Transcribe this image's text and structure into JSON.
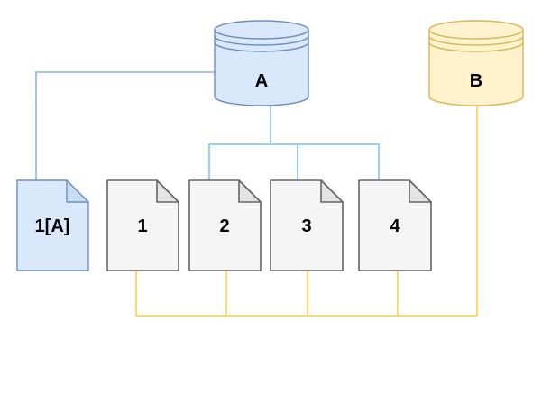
{
  "diagram": {
    "description": "Replication diagram: database A writes to documents, documents replicate to database B",
    "nodes": {
      "cylinder_a": {
        "label": "A",
        "type": "database"
      },
      "cylinder_b": {
        "label": "B",
        "type": "database"
      },
      "doc_1a": {
        "label": "1[A]",
        "type": "document"
      },
      "doc_1": {
        "label": "1",
        "type": "document"
      },
      "doc_2": {
        "label": "2",
        "type": "document"
      },
      "doc_3": {
        "label": "3",
        "type": "document"
      },
      "doc_4": {
        "label": "4",
        "type": "document"
      }
    },
    "edges": [
      {
        "from": "A",
        "to": "1[A]",
        "color": "blue"
      },
      {
        "from": "A",
        "to": "2",
        "color": "blue"
      },
      {
        "from": "A",
        "to": "3",
        "color": "blue"
      },
      {
        "from": "A",
        "to": "4",
        "color": "blue"
      },
      {
        "from": "1",
        "to": "B",
        "color": "yellow"
      },
      {
        "from": "2",
        "to": "B",
        "color": "yellow"
      },
      {
        "from": "3",
        "to": "B",
        "color": "yellow"
      },
      {
        "from": "4",
        "to": "B",
        "color": "yellow"
      }
    ]
  },
  "colors": {
    "background": "#ffffff",
    "blue-fill": "#dae8fc",
    "blue-stroke": "#6c8ebf",
    "blue-doc-fold": "#c8dcf3",
    "yellow-fill": "#fff2cc",
    "yellow-stroke": "#d6b656",
    "gray-fill": "#f5f5f5",
    "gray-fold": "#e4e4e4",
    "gray-stroke": "#666666",
    "edge-blue": "#99ccff",
    "edge-blue-muted": "#a9c0e8",
    "edge-yellow": "#ffd966",
    "label": "#000000"
  }
}
